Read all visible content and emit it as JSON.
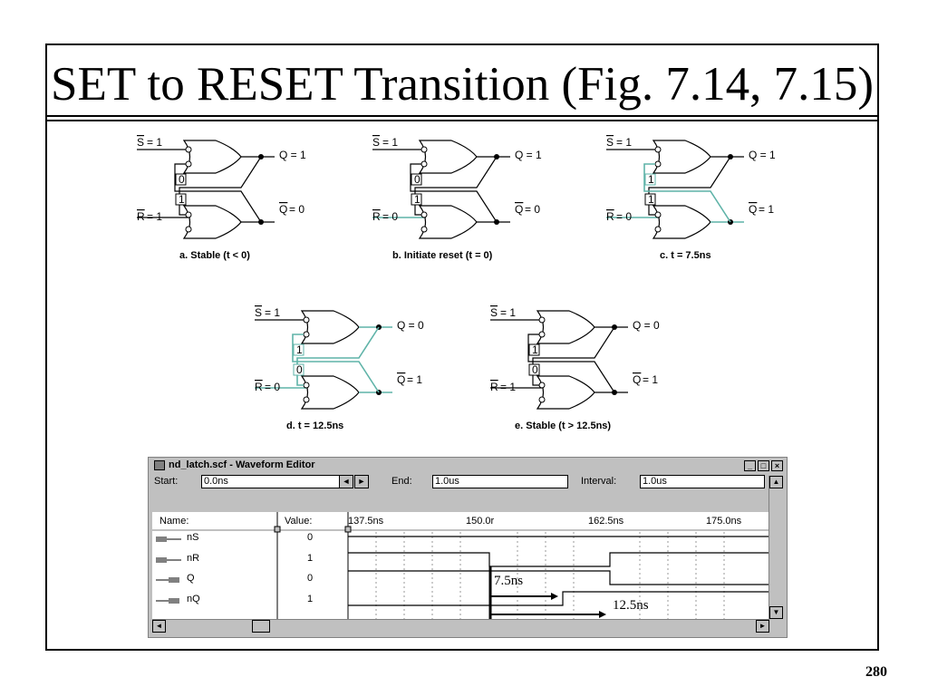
{
  "title": "SET to RESET Transition (Fig. 7.14, 7.15)",
  "page_number": "280",
  "circuits": [
    {
      "caption": "a. Stable (t < 0)",
      "s_bar": "S",
      "s_val": "= 1",
      "r_bar": "R",
      "r_val": "= 1",
      "q_label": "Q = 1",
      "qbar_bar": "Q",
      "qbar_val": "= 0",
      "fb_top": "0",
      "fb_bottom": "1"
    },
    {
      "caption": "b. Initiate reset (t = 0)",
      "s_bar": "S",
      "s_val": "= 1",
      "r_bar": "R",
      "r_val": "= 0",
      "q_label": "Q = 1",
      "qbar_bar": "Q",
      "qbar_val": "= 0",
      "fb_top": "0",
      "fb_bottom": "1"
    },
    {
      "caption": "c. t = 7.5ns",
      "s_bar": "S",
      "s_val": "= 1",
      "r_bar": "R",
      "r_val": "= 0",
      "q_label": "Q = 1",
      "qbar_bar": "Q",
      "qbar_val": "= 1",
      "fb_top": "1",
      "fb_bottom": "1"
    },
    {
      "caption": "d. t = 12.5ns",
      "s_bar": "S",
      "s_val": "= 1",
      "r_bar": "R",
      "r_val": "= 0",
      "q_label": "Q = 0",
      "qbar_bar": "Q",
      "qbar_val": "= 1",
      "fb_top": "1",
      "fb_bottom": "0"
    },
    {
      "caption": "e. Stable (t > 12.5ns)",
      "s_bar": "S",
      "s_val": "= 1",
      "r_bar": "R",
      "r_val": "= 1",
      "q_label": "Q = 0",
      "qbar_bar": "Q",
      "qbar_val": "= 1",
      "fb_top": "1",
      "fb_bottom": "0"
    }
  ],
  "highlight_color": "#5fb3a8",
  "waveform_editor": {
    "window_title": "nd_latch.scf - Waveform Editor",
    "start_label": "Start:",
    "start_value": "0.0ns",
    "end_label": "End:",
    "end_value": "1.0us",
    "interval_label": "Interval:",
    "interval_value": "1.0us",
    "name_header": "Name:",
    "value_header": "Value:",
    "time_ticks": [
      "137.5ns",
      "150.0r",
      "162.5ns",
      "175.0ns"
    ],
    "signals": [
      {
        "name": "nS",
        "value": "0",
        "icon": "input-pin-icon"
      },
      {
        "name": "nR",
        "value": "1",
        "icon": "input-pin-icon"
      },
      {
        "name": "Q",
        "value": "0",
        "icon": "output-pin-icon"
      },
      {
        "name": "nQ",
        "value": "1",
        "icon": "output-pin-icon"
      }
    ]
  },
  "annotations": {
    "delay1": "7.5ns",
    "delay2": "12.5ns"
  }
}
